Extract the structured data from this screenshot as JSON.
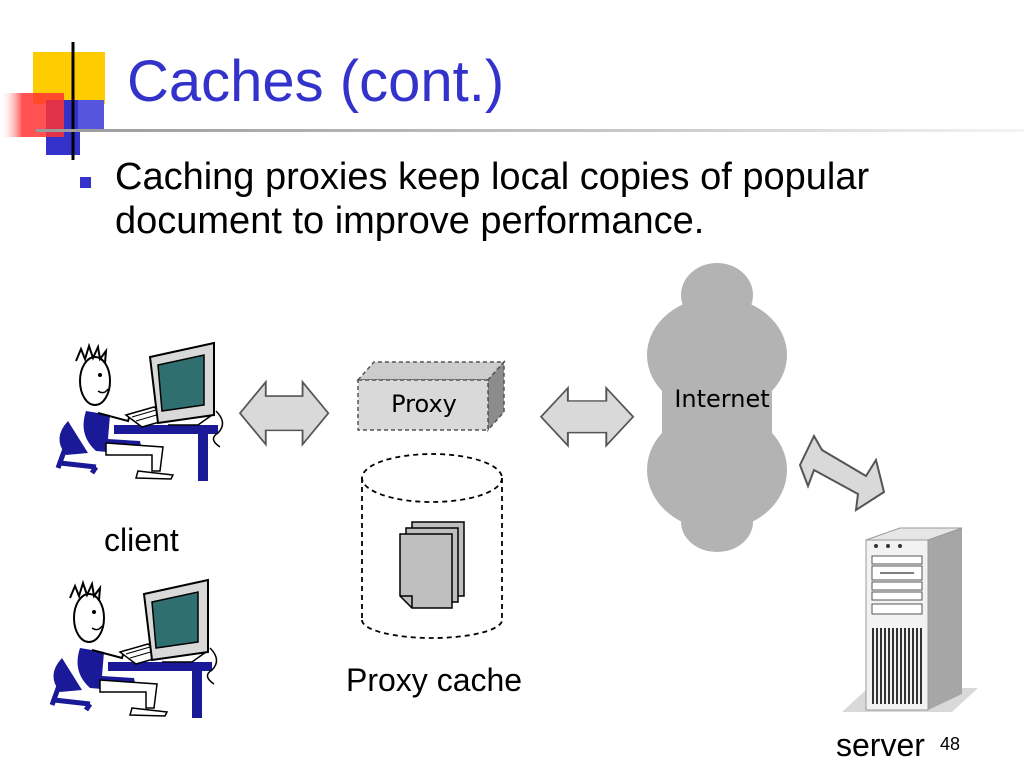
{
  "slide": {
    "title": "Caches (cont.)",
    "bullets": [
      "Caching proxies keep local copies of popular document to improve performance."
    ],
    "page_number": "48"
  },
  "diagram": {
    "nodes": {
      "client": "client",
      "proxy": "Proxy",
      "internet": "Internet",
      "proxy_cache": "Proxy cache",
      "server": "server"
    },
    "edges": [
      {
        "from": "client",
        "to": "proxy",
        "type": "bidirectional-arrow"
      },
      {
        "from": "proxy",
        "to": "internet",
        "type": "bidirectional-arrow"
      },
      {
        "from": "internet",
        "to": "server",
        "type": "bidirectional-arrow"
      }
    ]
  },
  "colors": {
    "title": "#3333cc",
    "bullet": "#3333cc",
    "logo_yellow": "#ffcc00",
    "logo_red": "#ff3333",
    "logo_blue": "#3333cc",
    "arrow_fill": "#d9d9d9",
    "cloud_fill": "#b3b3b3",
    "monitor_screen": "#2f6f6f",
    "person_body": "#1a1a99"
  },
  "icons": [
    "slide-logo-icon",
    "bullet-square-icon",
    "user-computer-icon",
    "proxy-box-icon",
    "cache-cylinder-icon",
    "documents-icon",
    "cloud-icon",
    "server-tower-icon"
  ]
}
